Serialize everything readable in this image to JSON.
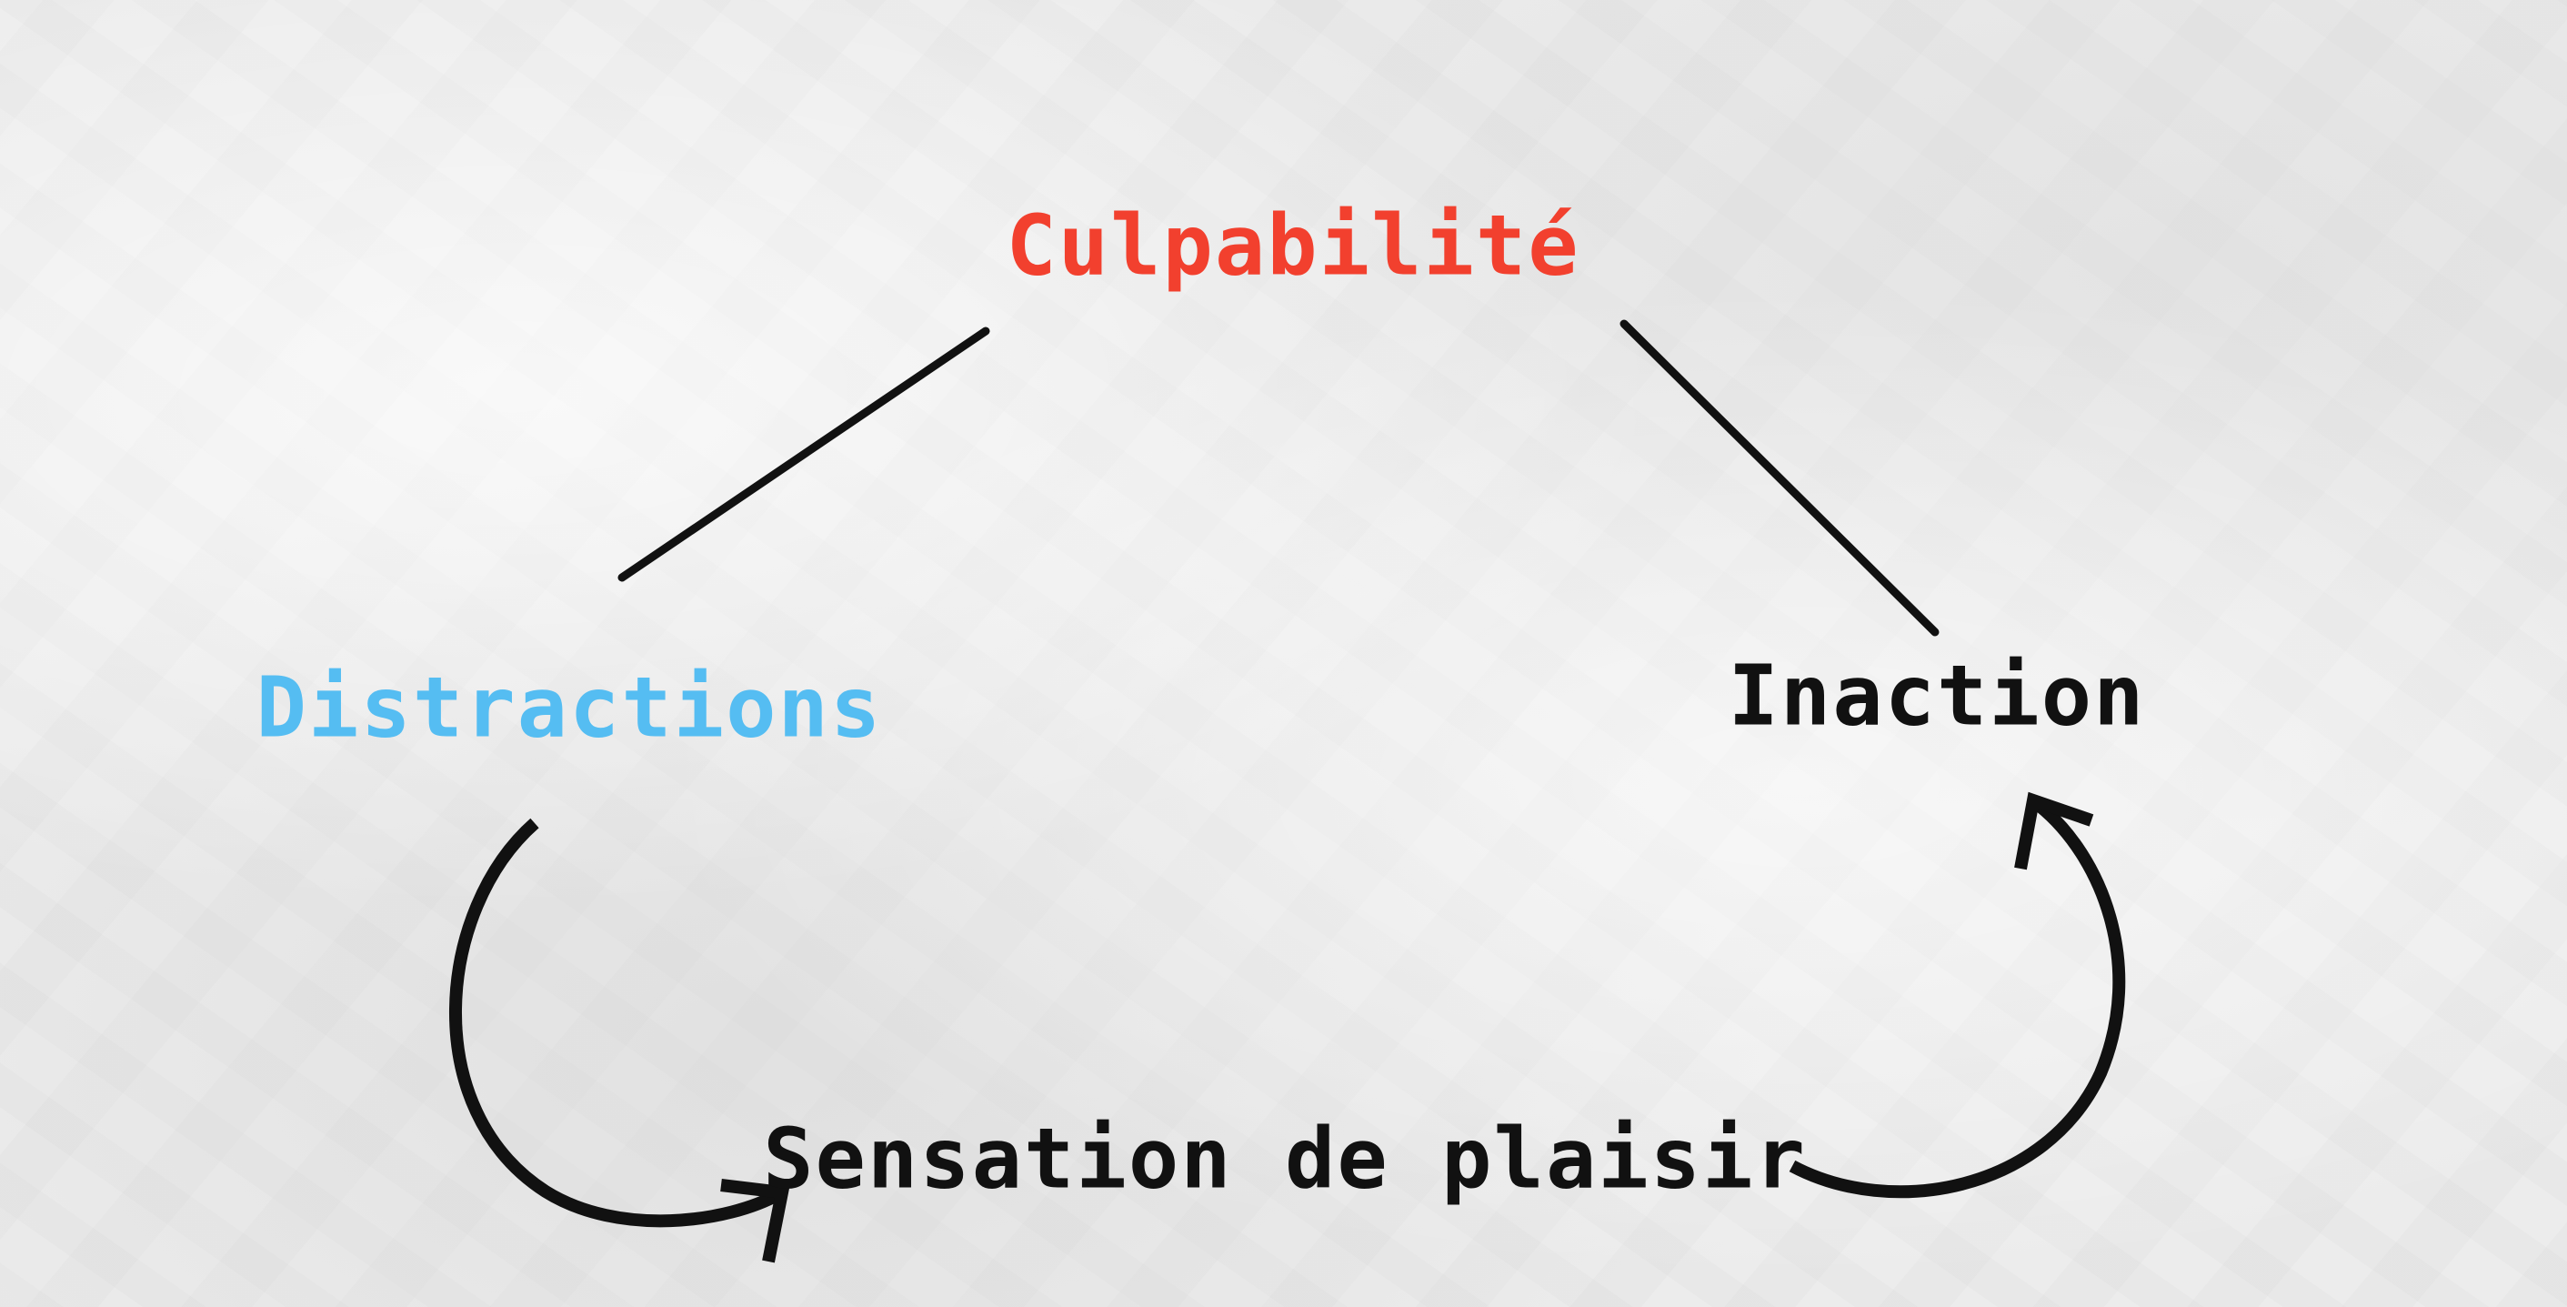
{
  "nodes": {
    "top": {
      "label": "Culpabilité",
      "color": "#f2402e"
    },
    "left": {
      "label": "Distractions",
      "color": "#55bdf2"
    },
    "right": {
      "label": "Inaction",
      "color": "#111111"
    },
    "bottom": {
      "label": "Sensation de plaisir",
      "color": "#111111"
    }
  }
}
